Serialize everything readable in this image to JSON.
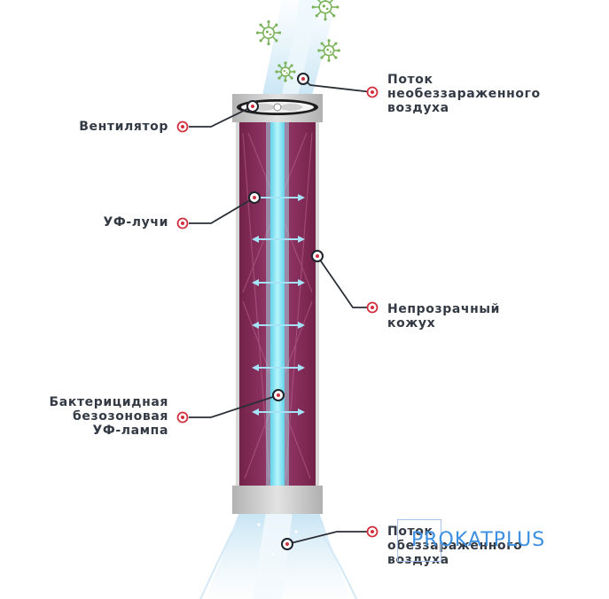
{
  "labels": {
    "inflow": [
      "Поток",
      "необеззараженного",
      "воздуха"
    ],
    "fan": [
      "Вентилятор"
    ],
    "uv_rays": [
      "УФ-лучи"
    ],
    "casing": [
      "Непрозрачный",
      "кожух"
    ],
    "lamp": [
      "Бактерицидная",
      "безозоновая",
      "УФ-лампа"
    ],
    "outflow": [
      "Поток",
      "обеззараженного",
      "воздуха"
    ]
  },
  "watermark": {
    "text": "PROKATPLUS"
  },
  "icons": [
    "virus-icon",
    "fan-icon",
    "arrow-icon",
    "marker-icon"
  ],
  "colors": {
    "label_text": "#333a44",
    "marker": "#d0303e",
    "casing": "#8a2d5c",
    "lamp": "#7fe6f2",
    "metal_cap": "#c6c6c6",
    "virus": "#7bb35a",
    "watermark": "#3d8fe0"
  }
}
